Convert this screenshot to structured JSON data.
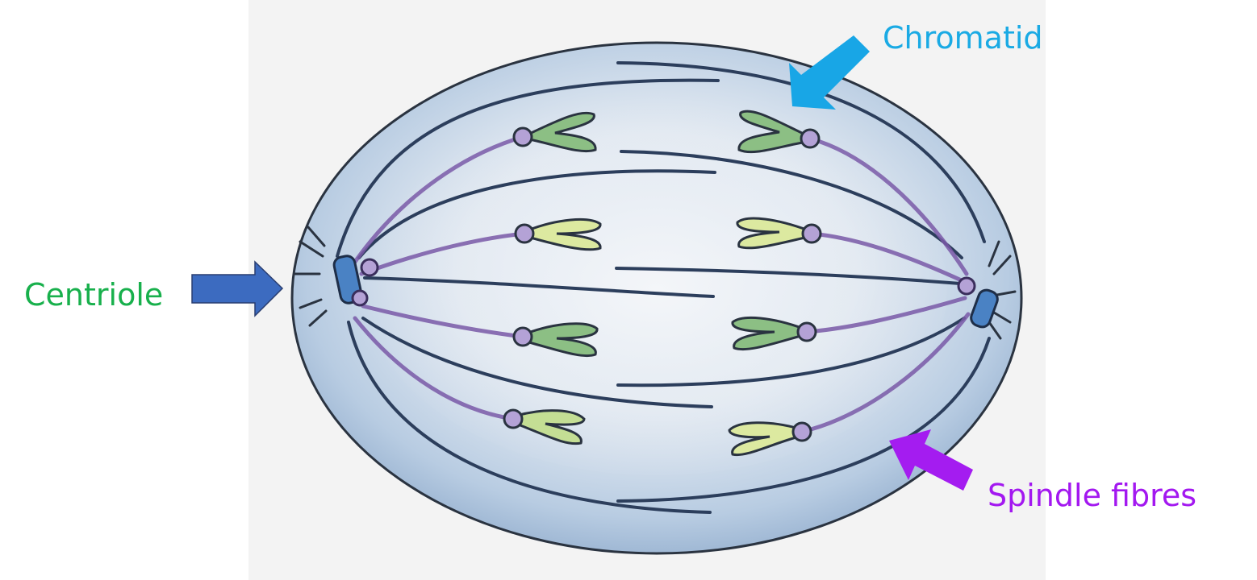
{
  "labels": {
    "chromatid": "Chromatid",
    "centriole": "Centriole",
    "spindle_fibres": "Spindle fibres"
  },
  "colors": {
    "chromatid_label": "#1AAAE4",
    "centriole_label": "#18B04C",
    "spindle_label": "#A318F0",
    "chromatid_arrow": "#18A6E6",
    "centriole_arrow": "#3C6BC0",
    "spindle_arrow": "#A41CF0",
    "cell_fill": "#C9D7E8",
    "cell_outline": "#2A3340",
    "fibre_dark": "#2C3E5C",
    "fibre_purple": "#7A5AA8",
    "centromere": "#B4A2D6",
    "chromosome_green": "#8CBF84",
    "chromosome_yellow": "#DCE9A0",
    "centriole_body": "#4A82C4"
  },
  "icons": [
    "chromatid-arrow-icon",
    "centriole-arrow-icon",
    "spindle-arrow-icon"
  ]
}
